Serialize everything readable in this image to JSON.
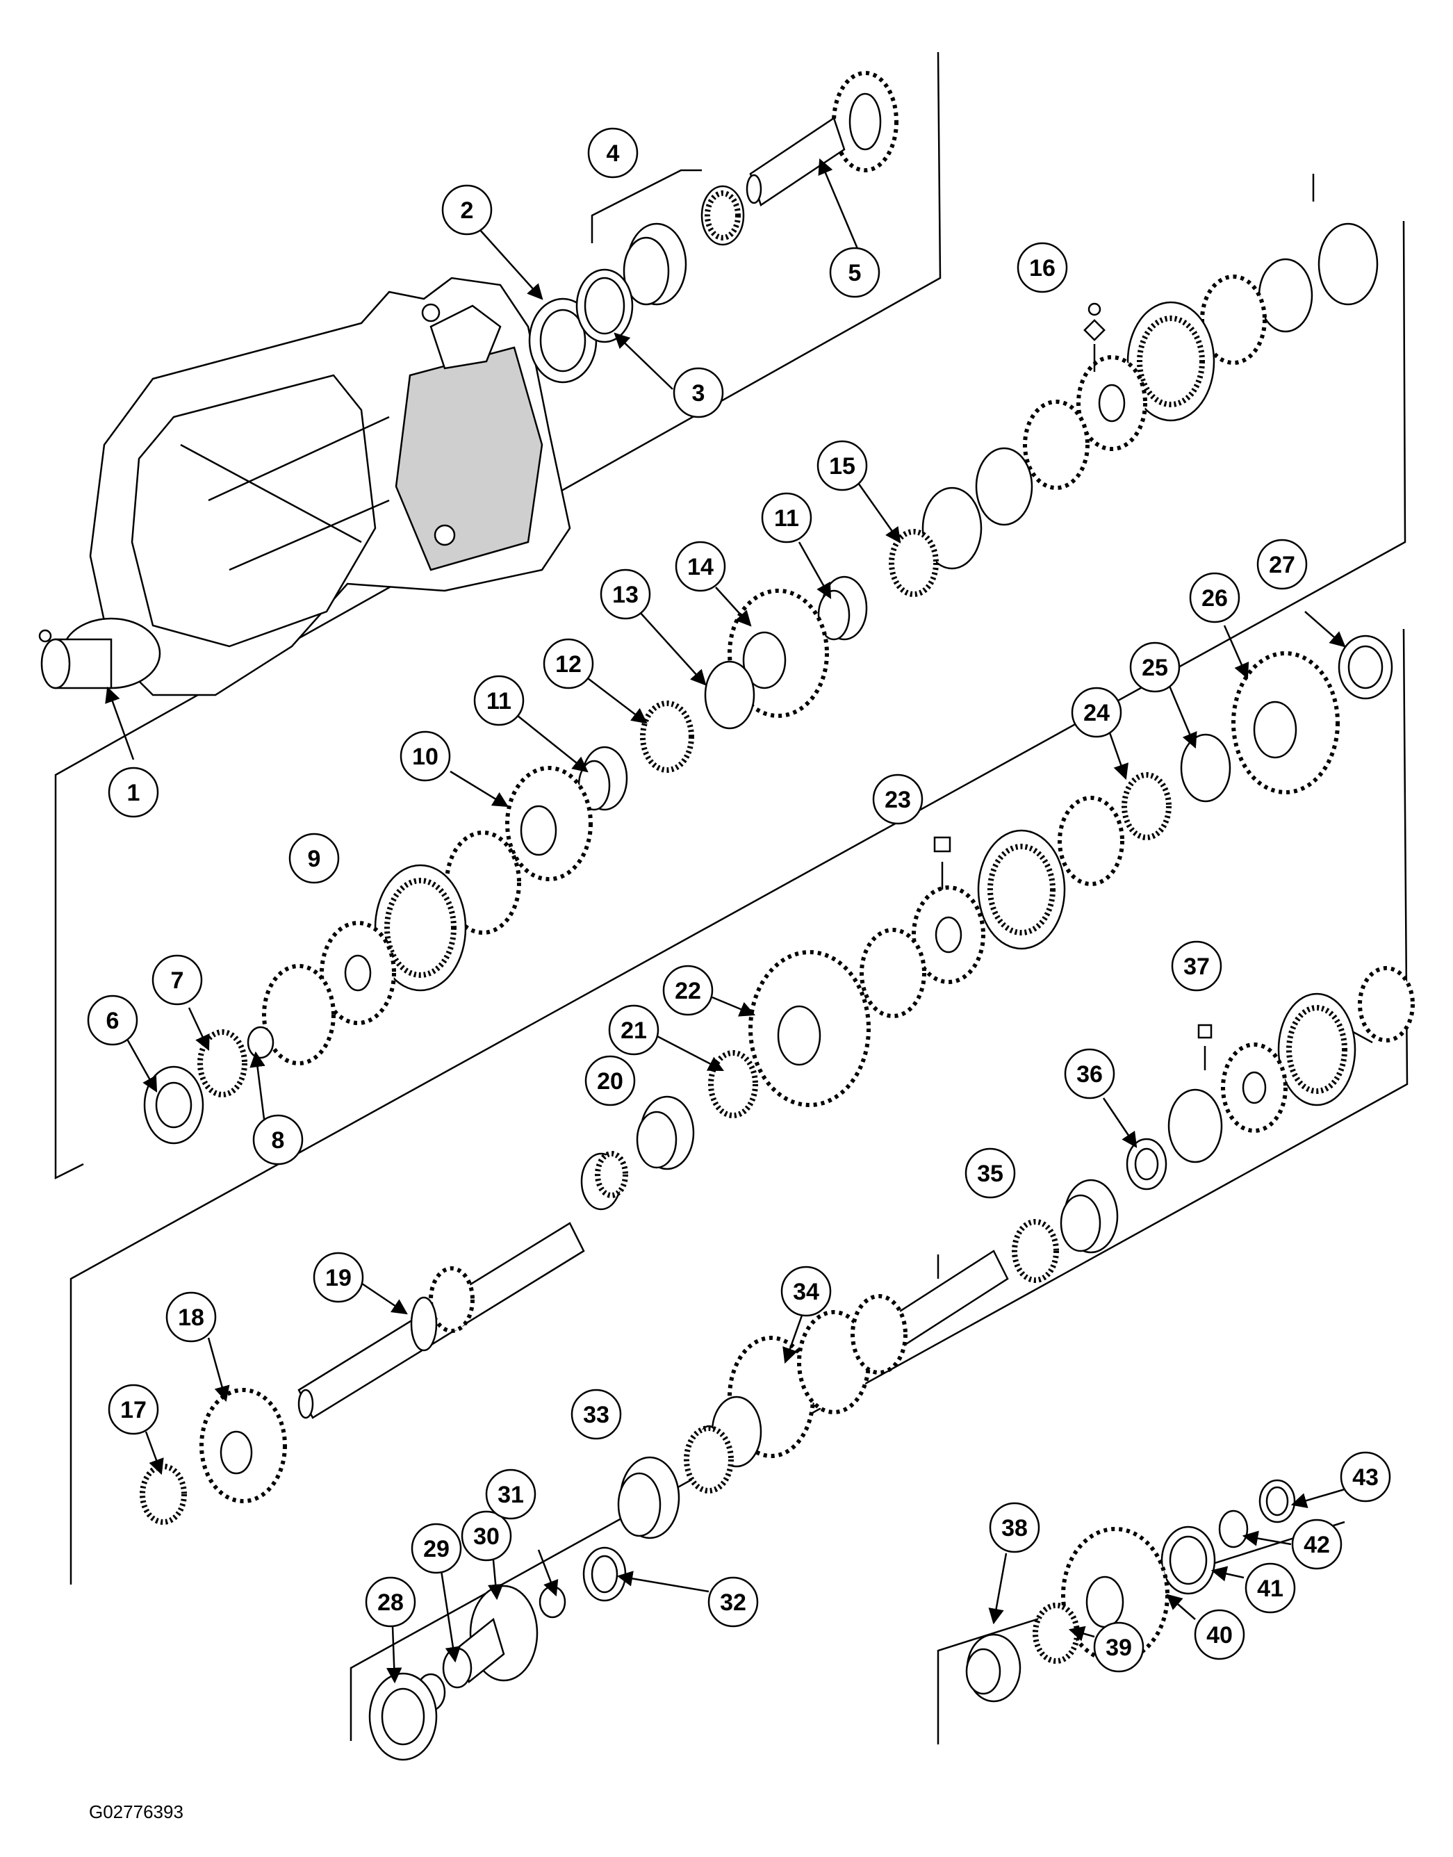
{
  "callouts": [
    "1",
    "2",
    "3",
    "4",
    "5",
    "6",
    "7",
    "8",
    "9",
    "10",
    "11",
    "11",
    "12",
    "13",
    "14",
    "15",
    "16",
    "17",
    "18",
    "19",
    "20",
    "21",
    "22",
    "23",
    "24",
    "25",
    "26",
    "27",
    "28",
    "29",
    "30",
    "31",
    "32",
    "33",
    "34",
    "35",
    "36",
    "37",
    "38",
    "39",
    "40",
    "41",
    "42",
    "43"
  ],
  "figure_id": "G02776393"
}
